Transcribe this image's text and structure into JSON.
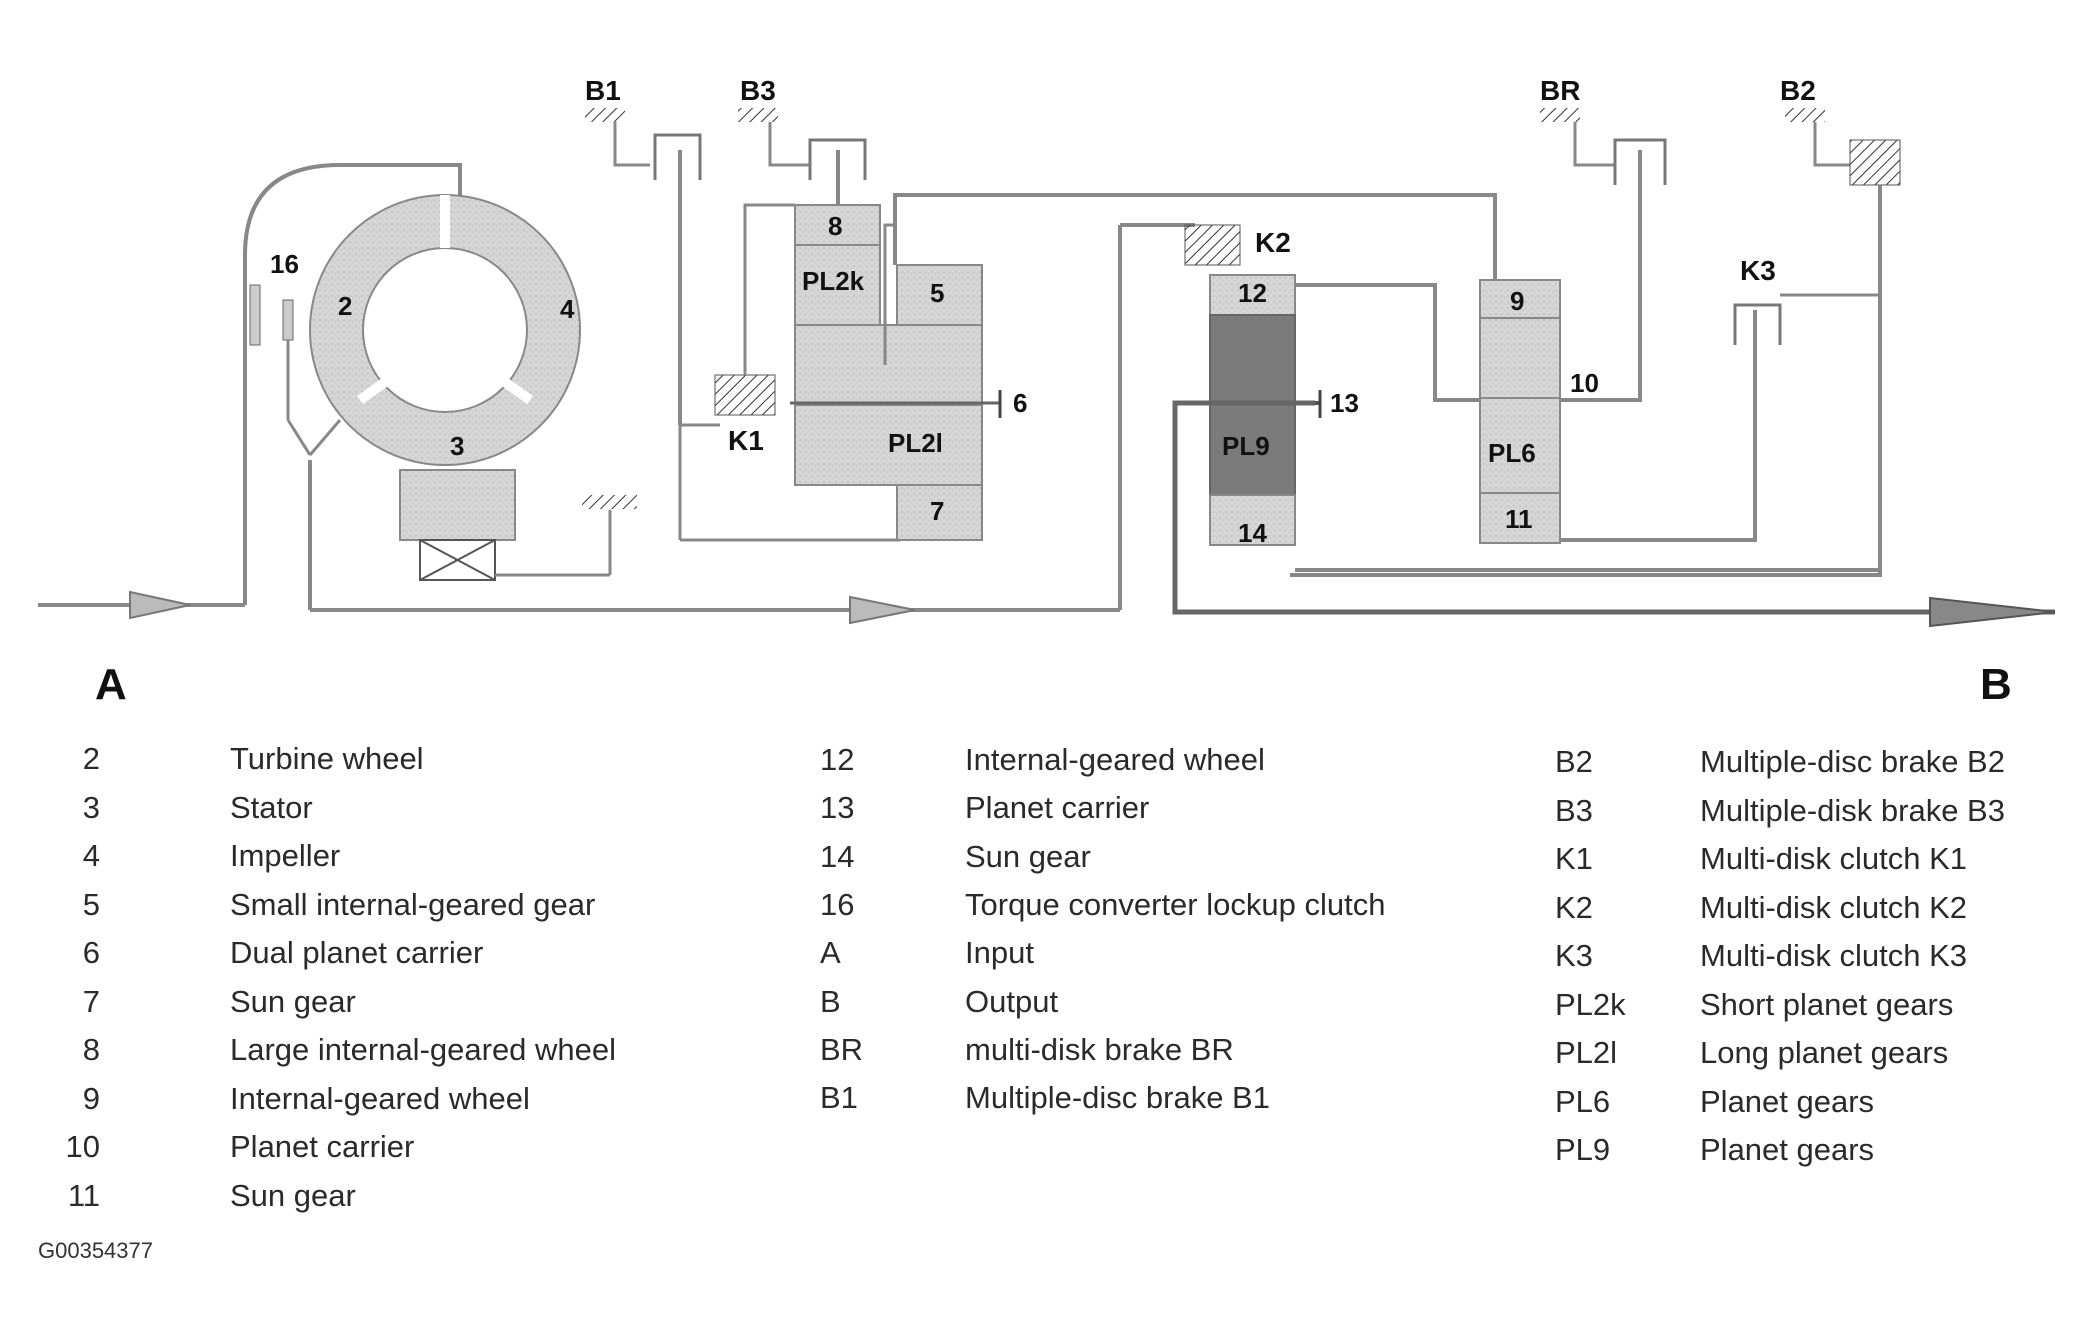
{
  "diagram": {
    "labels": {
      "B1": "B1",
      "B3": "B3",
      "BR": "BR",
      "B2": "B2",
      "K1": "K1",
      "K2": "K2",
      "K3": "K3",
      "n2": "2",
      "n3": "3",
      "n4": "4",
      "n5": "5",
      "n6": "6",
      "n7": "7",
      "n8": "8",
      "n9": "9",
      "n10": "10",
      "n11": "11",
      "n12": "12",
      "n13": "13",
      "n14": "14",
      "n16": "16",
      "PL2k": "PL2k",
      "PL2l": "PL2l",
      "PL9": "PL9",
      "PL6": "PL6"
    },
    "side_a": "A",
    "side_b": "B"
  },
  "legend": {
    "col1": [
      {
        "num": "2",
        "text": "Turbine wheel"
      },
      {
        "num": "3",
        "text": "Stator"
      },
      {
        "num": "4",
        "text": "Impeller"
      },
      {
        "num": "5",
        "text": "Small internal-geared gear"
      },
      {
        "num": "6",
        "text": "Dual planet carrier"
      },
      {
        "num": "7",
        "text": "Sun gear"
      },
      {
        "num": "8",
        "text": "Large internal-geared wheel"
      },
      {
        "num": "9",
        "text": "Internal-geared wheel"
      },
      {
        "num": "10",
        "text": "Planet carrier"
      },
      {
        "num": "11",
        "text": "Sun gear"
      }
    ],
    "col2": [
      {
        "num": "12",
        "text": "Internal-geared wheel"
      },
      {
        "num": "13",
        "text": "Planet carrier"
      },
      {
        "num": "14",
        "text": "Sun gear"
      },
      {
        "num": "16",
        "text": "Torque converter lockup clutch"
      },
      {
        "num": "A",
        "text": "Input"
      },
      {
        "num": "B",
        "text": "Output"
      },
      {
        "num": "BR",
        "text": "multi-disk brake BR"
      },
      {
        "num": "B1",
        "text": "Multiple-disc brake B1"
      }
    ],
    "col3": [
      {
        "num": "B2",
        "text": "Multiple-disc brake B2"
      },
      {
        "num": "B3",
        "text": "Multiple-disk brake B3"
      },
      {
        "num": "K1",
        "text": "Multi-disk clutch K1"
      },
      {
        "num": "K2",
        "text": "Multi-disk clutch K2"
      },
      {
        "num": "K3",
        "text": "Multi-disk clutch K3"
      },
      {
        "num": "PL2k",
        "text": "Short planet gears"
      },
      {
        "num": "PL2l",
        "text": "Long planet gears"
      },
      {
        "num": "PL6",
        "text": "Planet gears"
      },
      {
        "num": "PL9",
        "text": "Planet gears"
      }
    ]
  },
  "figure_code": "G00354377"
}
